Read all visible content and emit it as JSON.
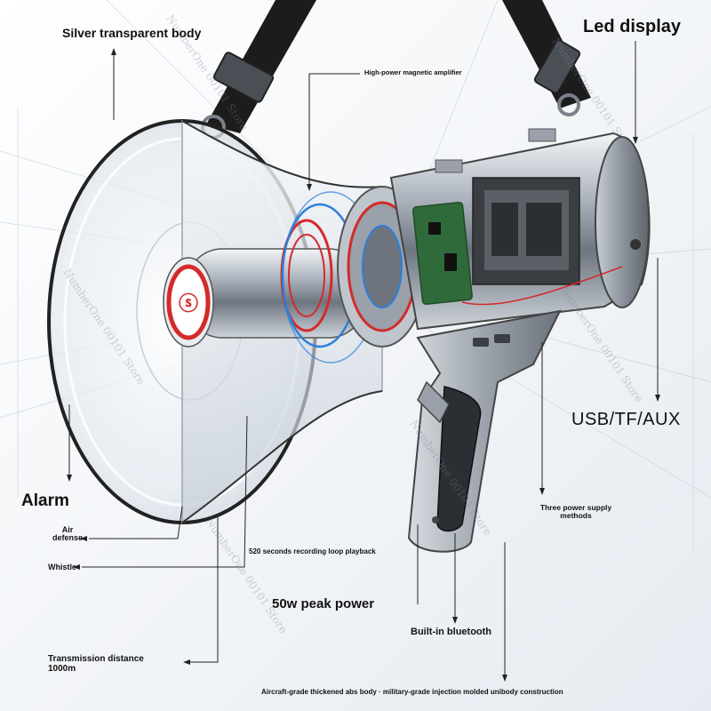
{
  "labels": {
    "silver_body": "Silver transparent body",
    "led_display": "Led display",
    "amplifier": "High-power magnetic amplifier",
    "usb_tf_aux": "USB/TF/AUX",
    "alarm": "Alarm",
    "air_defense": "Air defense",
    "whistle": "Whistle",
    "power_supply": "Three power supply methods",
    "recording": "520 seconds recording loop playback",
    "peak_power": "50w peak power",
    "bluetooth": "Built-in bluetooth",
    "transmission": "Transmission distance 1000m",
    "construction": "Aircraft-grade thickened abs body · military-grade injection molded unibody construction"
  },
  "watermark": "NumberOne 00101 Store",
  "colors": {
    "accent_red": "#d42a2a",
    "accent_blue": "#2f7fd9",
    "strap": "#1c1c1c",
    "pcb_green": "#2f6b3a"
  }
}
